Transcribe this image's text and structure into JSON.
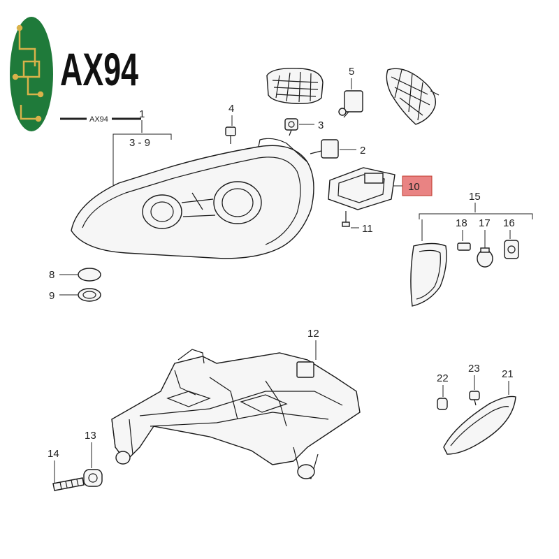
{
  "brand": {
    "logo_text": "AX94",
    "watermark_text": "AX94",
    "logo_color": "#1f7a3a",
    "logo_accent": "#d9b24a"
  },
  "callouts": {
    "c1": "1",
    "c1_range": "3 - 9",
    "c2": "2",
    "c3": "3",
    "c4": "4",
    "c5": "5",
    "c8": "8",
    "c9": "9",
    "c10": "10",
    "c11": "11",
    "c12": "12",
    "c13": "13",
    "c14": "14",
    "c15": "15",
    "c16": "16",
    "c17": "17",
    "c18": "18",
    "c21": "21",
    "c22": "22",
    "c23": "23"
  },
  "colors": {
    "highlight_fill": "#e98383",
    "highlight_stroke": "#c0392b",
    "line": "#1a1a1a"
  },
  "highlighted_part": "10"
}
